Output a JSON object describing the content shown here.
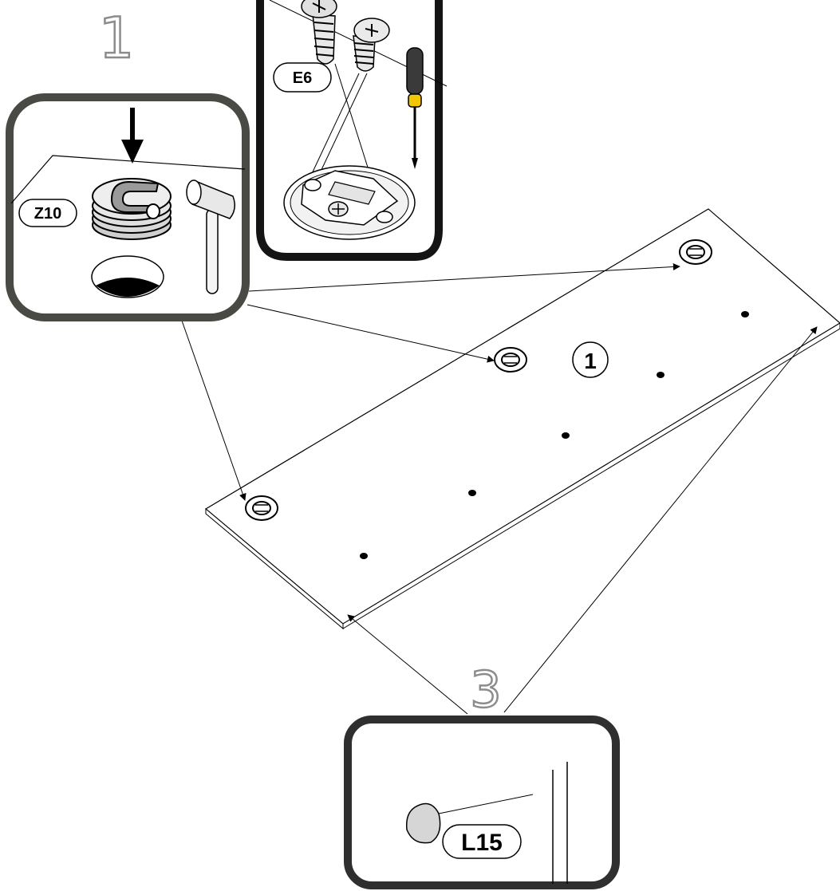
{
  "steps": {
    "step_a": "1",
    "step_b": "3"
  },
  "parts": {
    "cam_lock": "Z10",
    "screw": "E6",
    "cap": "L15"
  },
  "panel": {
    "label": "1"
  },
  "colors": {
    "line": "#000000",
    "frame_dark": "#4a4a45",
    "frame_black": "#141414",
    "part_fill": "#e6e6e6",
    "part_shadow": "#bdbdbd",
    "screwdriver_yellow": "#f2c600",
    "step_outline": "#9a9a9a"
  },
  "icons": [
    "down-arrow-icon",
    "cam-lock-icon",
    "mallet-icon",
    "screw-icon",
    "screwdriver-icon",
    "cap-icon"
  ]
}
